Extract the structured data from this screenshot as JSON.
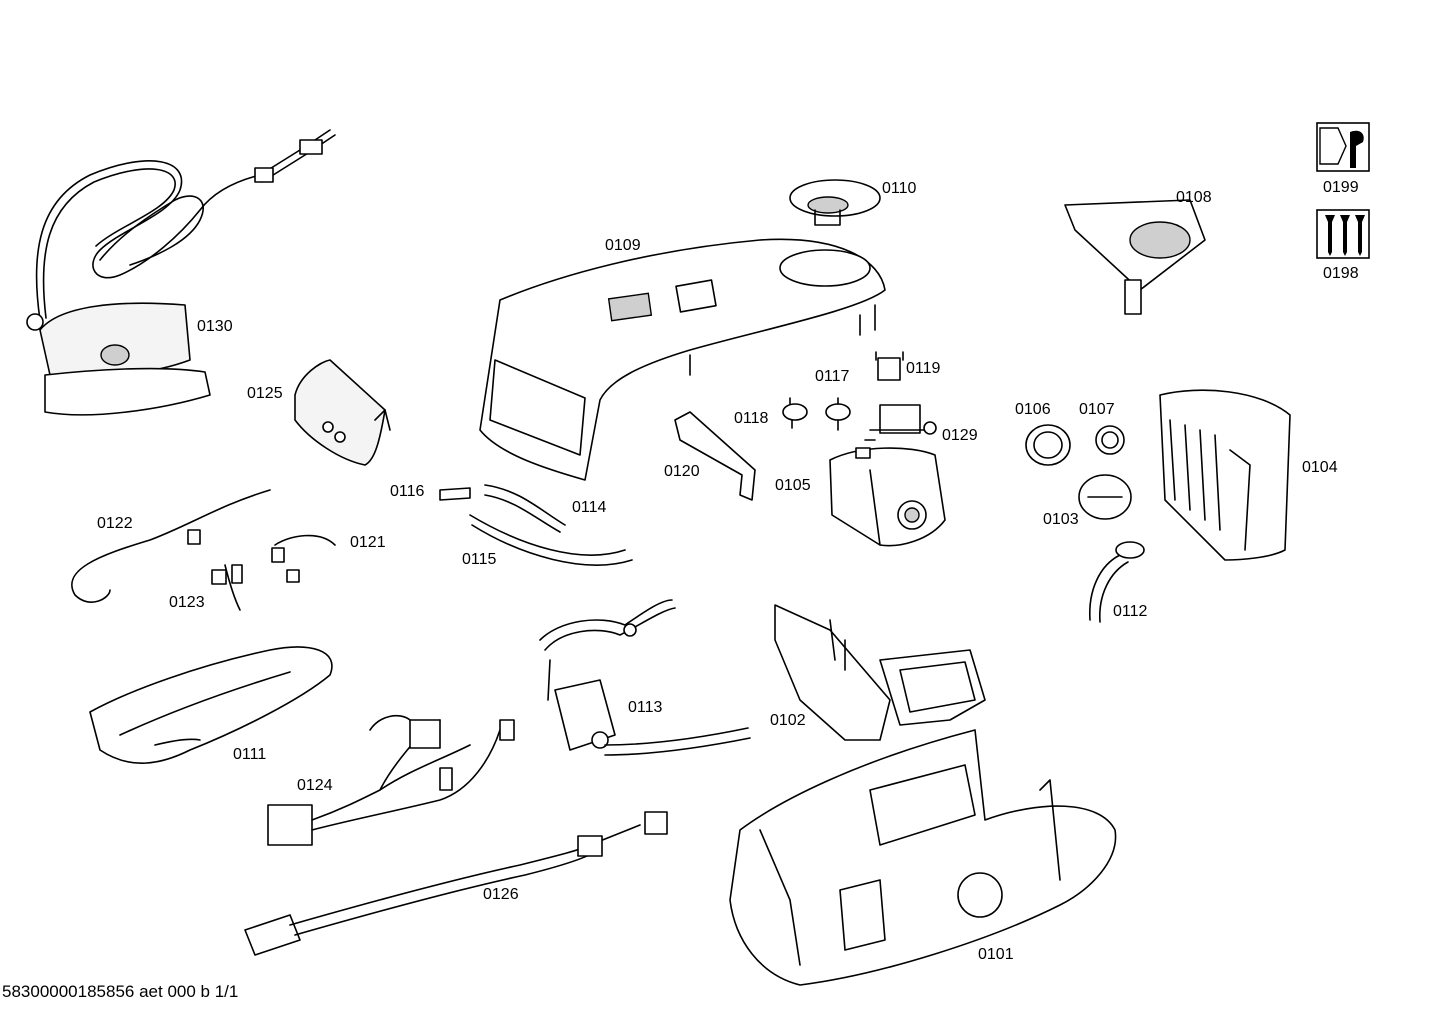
{
  "document_id": "58300000185856 aet 000 b 1/1",
  "parts": [
    {
      "id": "p0101",
      "label": "0101"
    },
    {
      "id": "p0102",
      "label": "0102"
    },
    {
      "id": "p0103",
      "label": "0103"
    },
    {
      "id": "p0104",
      "label": "0104"
    },
    {
      "id": "p0105",
      "label": "0105"
    },
    {
      "id": "p0106",
      "label": "0106"
    },
    {
      "id": "p0107",
      "label": "0107"
    },
    {
      "id": "p0108",
      "label": "0108"
    },
    {
      "id": "p0109",
      "label": "0109"
    },
    {
      "id": "p0110",
      "label": "0110"
    },
    {
      "id": "p0111",
      "label": "0111"
    },
    {
      "id": "p0112",
      "label": "0112"
    },
    {
      "id": "p0113",
      "label": "0113"
    },
    {
      "id": "p0114",
      "label": "0114"
    },
    {
      "id": "p0115",
      "label": "0115"
    },
    {
      "id": "p0116",
      "label": "0116"
    },
    {
      "id": "p0117",
      "label": "0117"
    },
    {
      "id": "p0118",
      "label": "0118"
    },
    {
      "id": "p0119",
      "label": "0119"
    },
    {
      "id": "p0120",
      "label": "0120"
    },
    {
      "id": "p0121",
      "label": "0121"
    },
    {
      "id": "p0122",
      "label": "0122"
    },
    {
      "id": "p0123",
      "label": "0123"
    },
    {
      "id": "p0124",
      "label": "0124"
    },
    {
      "id": "p0125",
      "label": "0125"
    },
    {
      "id": "p0126",
      "label": "0126"
    },
    {
      "id": "p0129",
      "label": "0129"
    },
    {
      "id": "p0130",
      "label": "0130"
    },
    {
      "id": "p0198",
      "label": "0198",
      "icon": "screws-icon"
    },
    {
      "id": "p0199",
      "label": "0199",
      "icon": "wrench-icon"
    }
  ]
}
